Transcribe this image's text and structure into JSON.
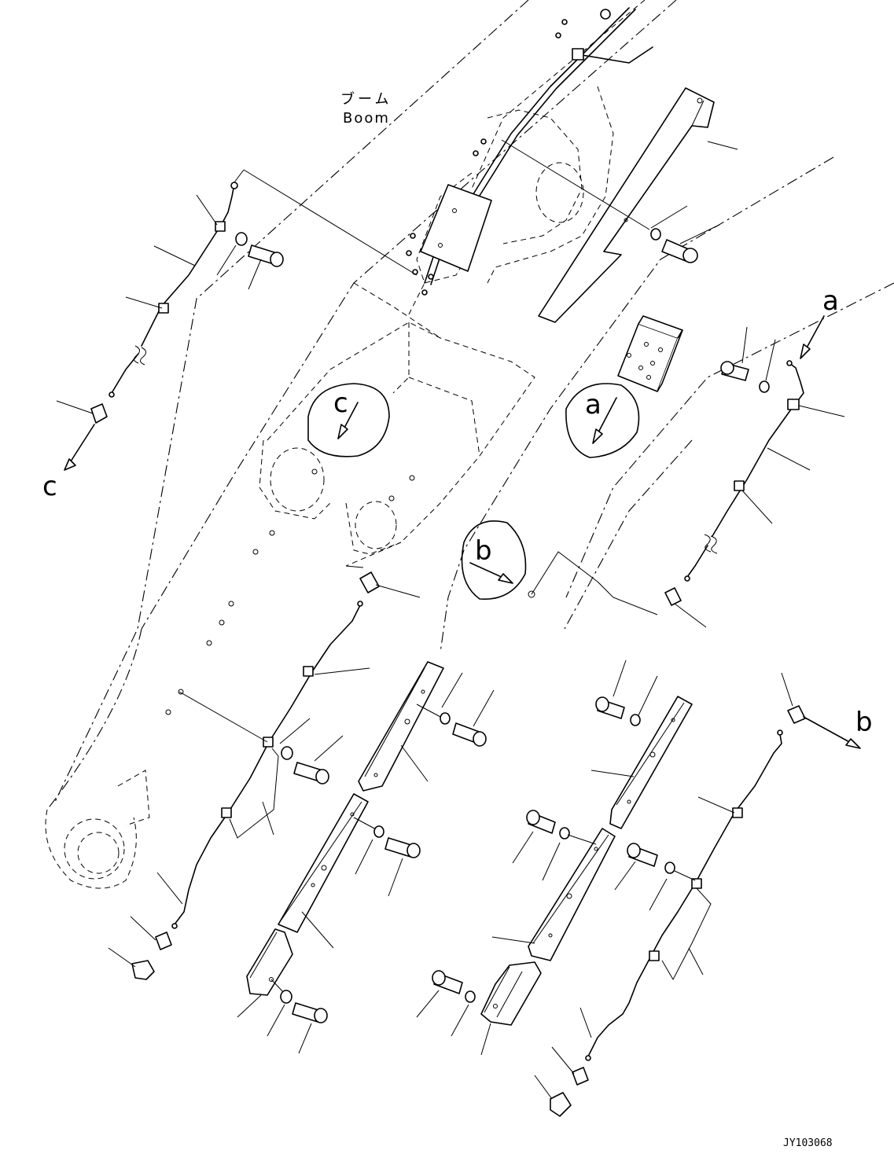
{
  "boom_label": {
    "japanese": "ブーム",
    "english": "Boom"
  },
  "view_refs": {
    "a": "a",
    "b": "b",
    "c": "c"
  },
  "drawing_code": "JY103068"
}
